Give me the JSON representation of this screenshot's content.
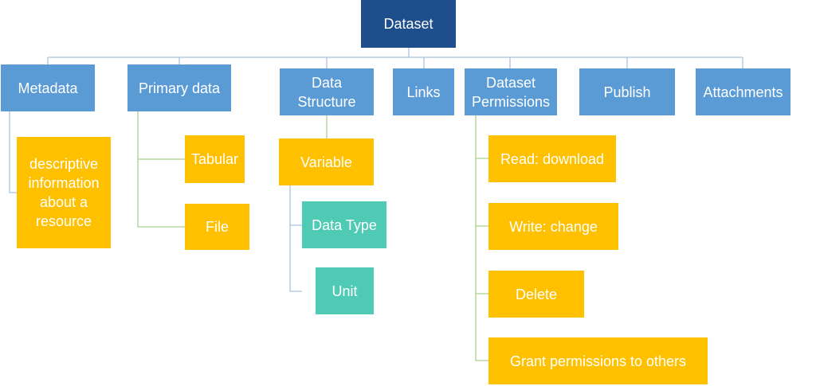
{
  "diagram": {
    "root": {
      "label": "Dataset"
    },
    "categories": [
      {
        "label": "Metadata"
      },
      {
        "label": "Primary data"
      },
      {
        "label": "Data\nStructure"
      },
      {
        "label": "Links"
      },
      {
        "label": "Dataset\nPermissions"
      },
      {
        "label": "Publish"
      },
      {
        "label": "Attachments"
      }
    ],
    "metadata_children": [
      {
        "label": "descriptive\ninformation\nabout a\nresource"
      }
    ],
    "primary_data_children": [
      {
        "label": "Tabular"
      },
      {
        "label": "File"
      }
    ],
    "structure_children": [
      {
        "label": "Variable"
      }
    ],
    "variable_children": [
      {
        "label": "Data Type"
      },
      {
        "label": "Unit"
      }
    ],
    "permission_children": [
      {
        "label": "Read: download"
      },
      {
        "label": "Write: change"
      },
      {
        "label": "Delete"
      },
      {
        "label": "Grant permissions to others"
      }
    ]
  },
  "colors": {
    "root": "#1f4e8c",
    "category": "#5b9bd5",
    "leaf_gold": "#ffc000",
    "leaf_teal": "#4fcab4",
    "connector_blue": "#a9c4e4",
    "connector_green": "#a9d18e"
  }
}
